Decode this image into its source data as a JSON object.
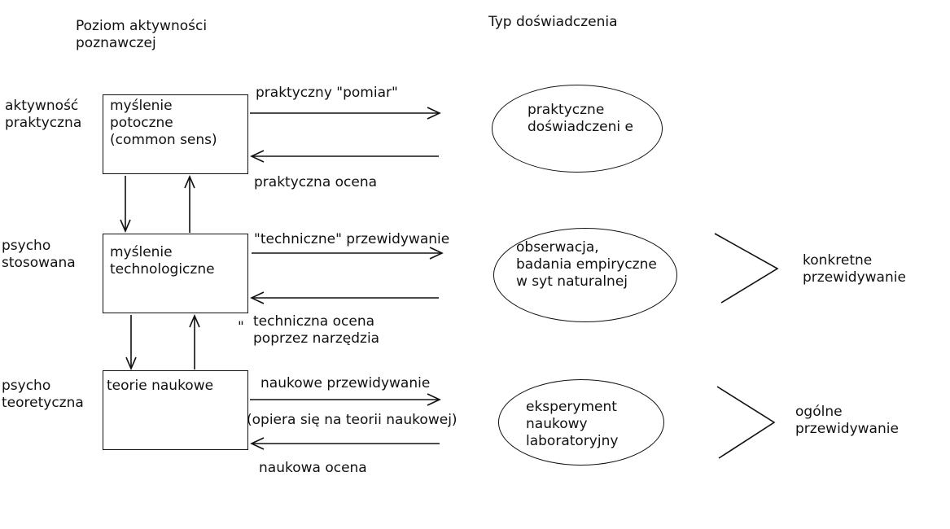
{
  "header": {
    "left": "Poziom aktywności\npoznawczej",
    "right": "Typ doświadczenia"
  },
  "levels": [
    {
      "label": "aktywność\npraktyczna",
      "box": "myślenie\npotoczne\n(common sens)",
      "top_arrow": "praktyczny \"pomiar\"",
      "bottom_arrow": "praktyczna ocena",
      "experience": "praktyczne\ndoświadczeni e"
    },
    {
      "label": "psycho\nstosowana",
      "box": "myślenie\ntechnologiczne",
      "top_arrow": "\"techniczne\" przewidywanie",
      "bottom_arrow": "techniczna ocena\npoprzez narzędzia",
      "bottom_mark": "\"",
      "experience": "obserwacja,\nbadania empiryczne\nw syt naturalnej",
      "prediction": "konkretne\nprzewidywanie"
    },
    {
      "label": "psycho\nteoretyczna",
      "box": "teorie naukowe",
      "top_arrow": "naukowe przewidywanie",
      "top_arrow_note": "(opiera się na teorii naukowej)",
      "bottom_arrow": "naukowa ocena",
      "experience": "eksperyment\nnaukowy\nlaboratoryjny",
      "prediction": "ogólne\nprzewidywanie"
    }
  ]
}
